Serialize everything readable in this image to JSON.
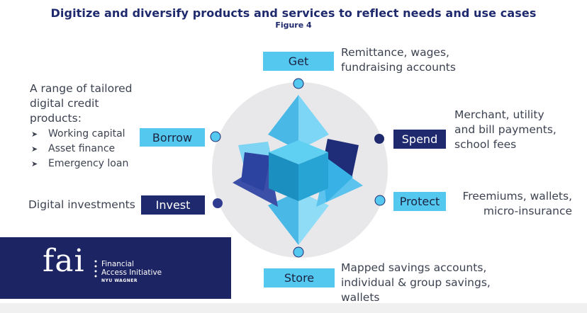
{
  "title": "Digitize and diversify products and services to reflect needs and use cases",
  "subtitle": "Figure 4",
  "nodes": {
    "get": {
      "label": "Get",
      "description": [
        "Remittance, wages,",
        "fundraising accounts"
      ]
    },
    "borrow": {
      "label": "Borrow",
      "description": [
        "A range of tailored",
        "digital credit",
        "products:"
      ],
      "bullets": [
        "Working capital",
        "Asset finance",
        "Emergency loan"
      ]
    },
    "spend": {
      "label": "Spend",
      "description": [
        "Merchant, utility",
        "and bill payments,",
        "school fees"
      ]
    },
    "invest": {
      "label": "Invest",
      "description": [
        "Digital investments"
      ]
    },
    "protect": {
      "label": "Protect",
      "description": [
        "Freemiums, wallets,",
        "micro-insurance"
      ]
    },
    "store": {
      "label": "Store",
      "description": [
        "Mapped savings accounts,",
        "individual & group savings,",
        "wallets"
      ]
    }
  },
  "logo": {
    "mark": "fai",
    "line1": "Financial",
    "line2": "Access Initiative",
    "line3": "NYU WAGNER"
  },
  "colors": {
    "navy": "#1f2a6e",
    "light_blue": "#55c8f0",
    "circle_bg": "#e8e8ea"
  }
}
